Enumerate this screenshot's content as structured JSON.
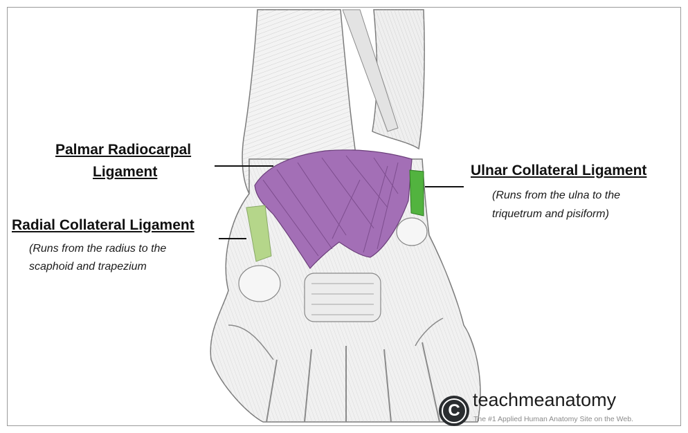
{
  "labels": {
    "palmar_radiocarpal": {
      "line1": "Palmar Radiocarpal",
      "line2": "Ligament"
    },
    "radial_collateral": {
      "title": "Radial Collateral Ligament",
      "note_line1": "(Runs from the radius to the",
      "note_line2": "scaphoid and trapezium"
    },
    "ulnar_collateral": {
      "title": "Ulnar Collateral Ligament",
      "note_line1": "(Runs from the ulna to the",
      "note_line2": "triquetrum and pisiform)"
    }
  },
  "branding": {
    "copyright_symbol": "C",
    "name": "teachmeanatomy",
    "tagline": "The #1 Applied Human Anatomy Site on the Web."
  },
  "colors": {
    "palmar_ligament": "#a36fb6",
    "ulnar_ligament": "#52b33f",
    "radial_ligament": "#b5d68a",
    "bone": "#f2f2f2",
    "linework": "#7a7a7a"
  }
}
